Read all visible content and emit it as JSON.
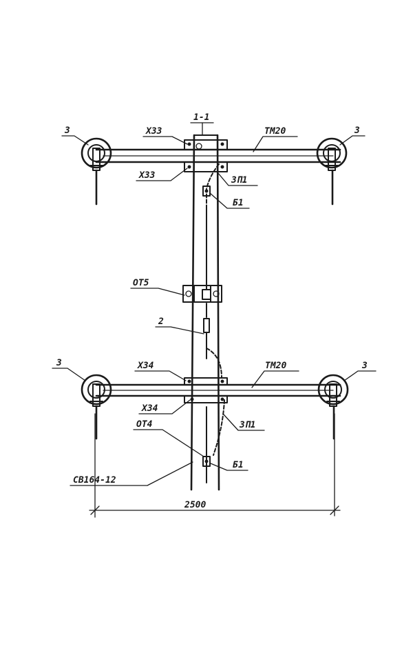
{
  "section_title": "1-1",
  "labels": {
    "insulator_top_left": "3",
    "insulator_top_right": "3",
    "insulator_bottom_left": "3",
    "insulator_bottom_right": "3",
    "clamp_top_upper": "X33",
    "clamp_top_lower": "X33",
    "crossarm_top": "TM20",
    "crossarm_bottom": "TM20",
    "ground_conductor_top": "ЗП1",
    "ground_conductor_bottom": "ЗП1",
    "bolt_top": "Б1",
    "bolt_bottom": "Б1",
    "bracket_mid": "OT5",
    "item_2": "2",
    "clamp_bottom_upper": "X34",
    "clamp_bottom_lower": "X34",
    "bracket_low": "OT4",
    "pole": "CB164-12",
    "dimension": "2500"
  }
}
